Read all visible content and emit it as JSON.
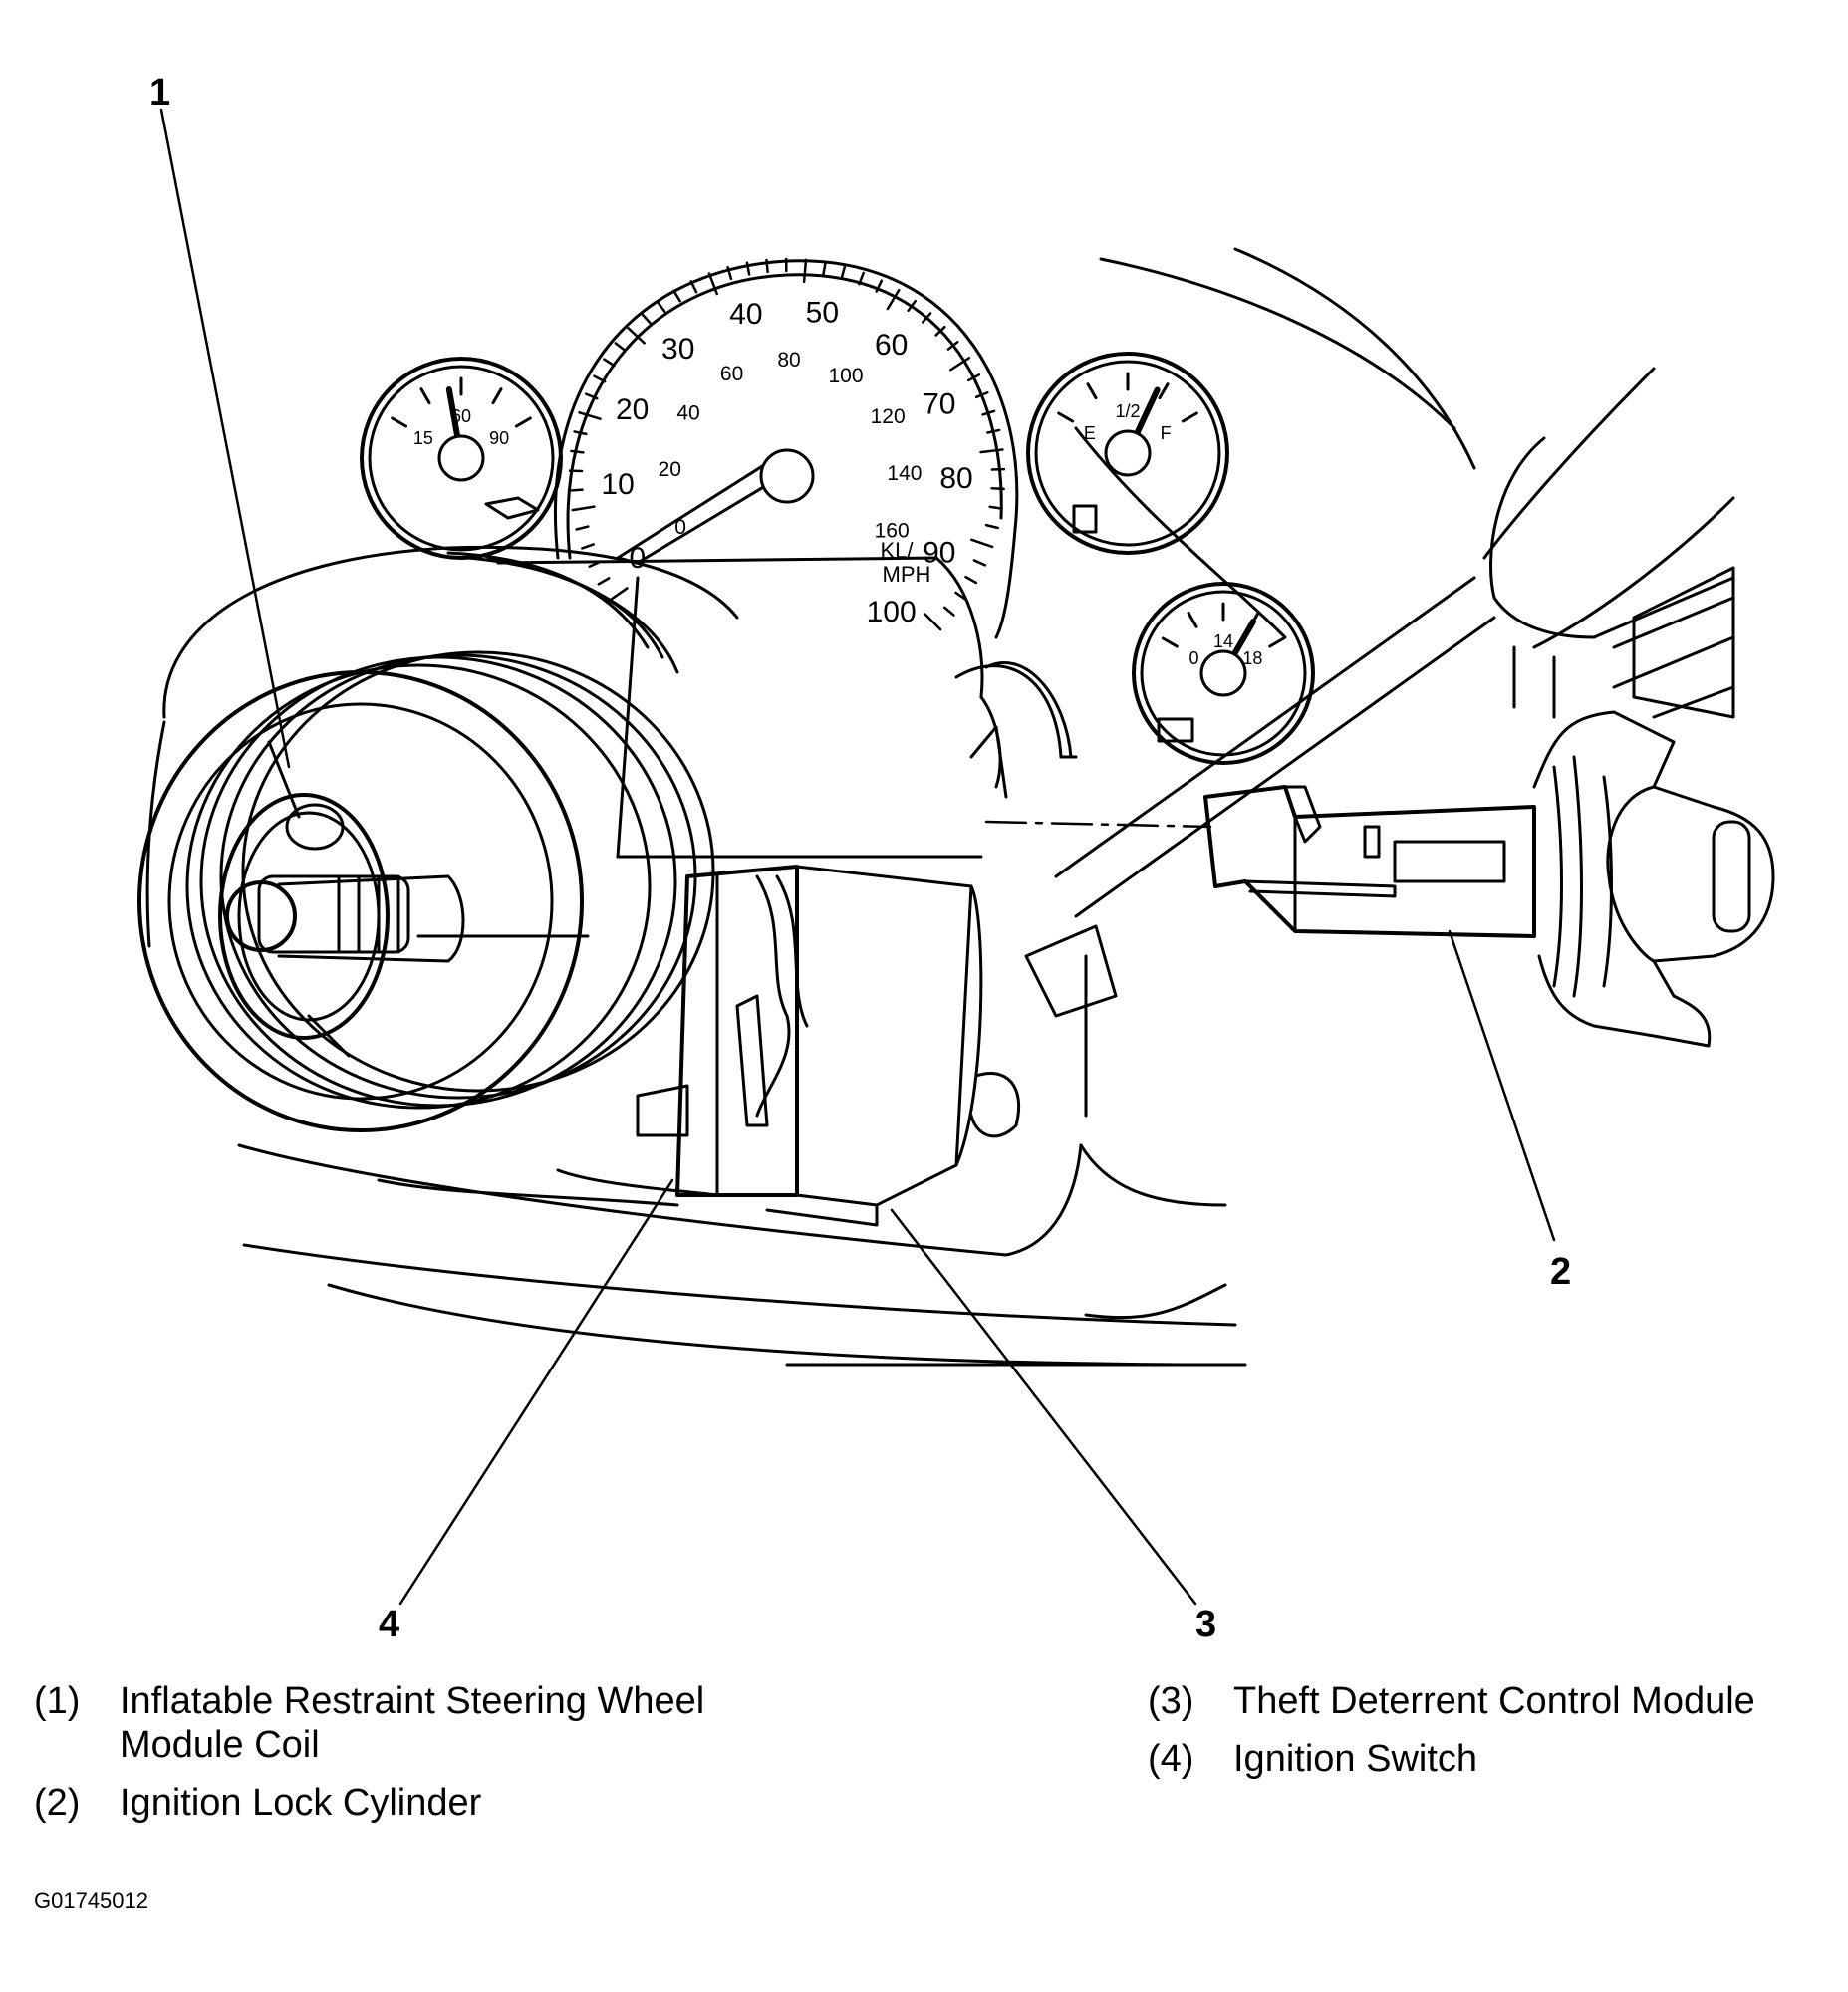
{
  "callouts": [
    {
      "id": "callout-1",
      "number": "1"
    },
    {
      "id": "callout-2",
      "number": "2"
    },
    {
      "id": "callout-3",
      "number": "3"
    },
    {
      "id": "callout-4",
      "number": "4"
    }
  ],
  "legend": [
    {
      "number": "(1)",
      "text": "Inflatable Restraint Steering Wheel Module Coil"
    },
    {
      "number": "(2)",
      "text": "Ignition Lock Cylinder"
    },
    {
      "number": "(3)",
      "text": "Theft Deterrent Control Module"
    },
    {
      "number": "(4)",
      "text": "Ignition Switch"
    }
  ],
  "figure_id": "G01745012",
  "gauges": {
    "speedometer": {
      "mph_ticks": [
        "0",
        "10",
        "20",
        "30",
        "40",
        "50",
        "60",
        "70",
        "80",
        "90",
        "100"
      ],
      "kmh_ticks": [
        "0",
        "20",
        "40",
        "60",
        "80",
        "100",
        "120",
        "140",
        "160"
      ],
      "unit_line1": "KL/",
      "unit_line2": "MPH"
    },
    "oil_pressure": {
      "ticks": [
        "15",
        "60",
        "90"
      ]
    },
    "fuel": {
      "ticks": [
        "E",
        "1/2",
        "F"
      ]
    },
    "voltage": {
      "ticks": [
        "0",
        "14",
        "18"
      ]
    }
  }
}
